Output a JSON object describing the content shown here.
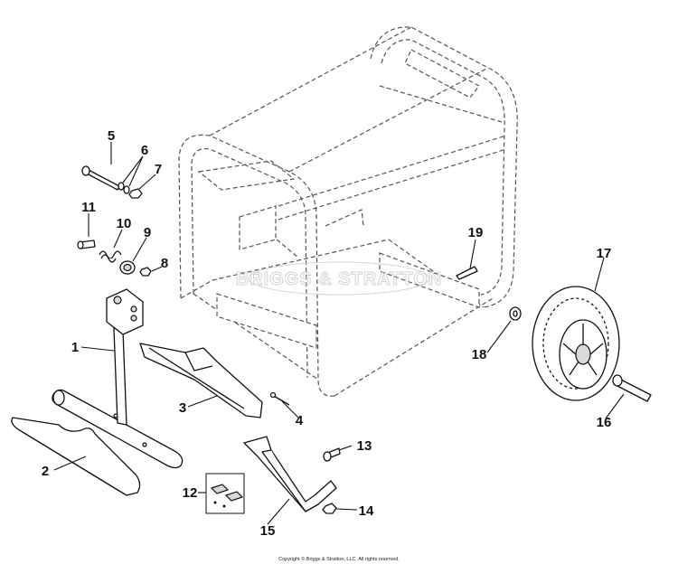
{
  "watermark": "BRIGGS & STRATTON",
  "copyright": "Copyright © Briggs & Stratton, LLC. All rights reserved.",
  "callouts": {
    "p1": "1",
    "p2": "2",
    "p3": "3",
    "p4": "4",
    "p5": "5",
    "p6": "6",
    "p7": "7",
    "p8": "8",
    "p9": "9",
    "p10": "10",
    "p11": "11",
    "p12": "12",
    "p13": "13",
    "p14": "14",
    "p15": "15",
    "p16": "16",
    "p17": "17",
    "p18": "18",
    "p19": "19"
  }
}
